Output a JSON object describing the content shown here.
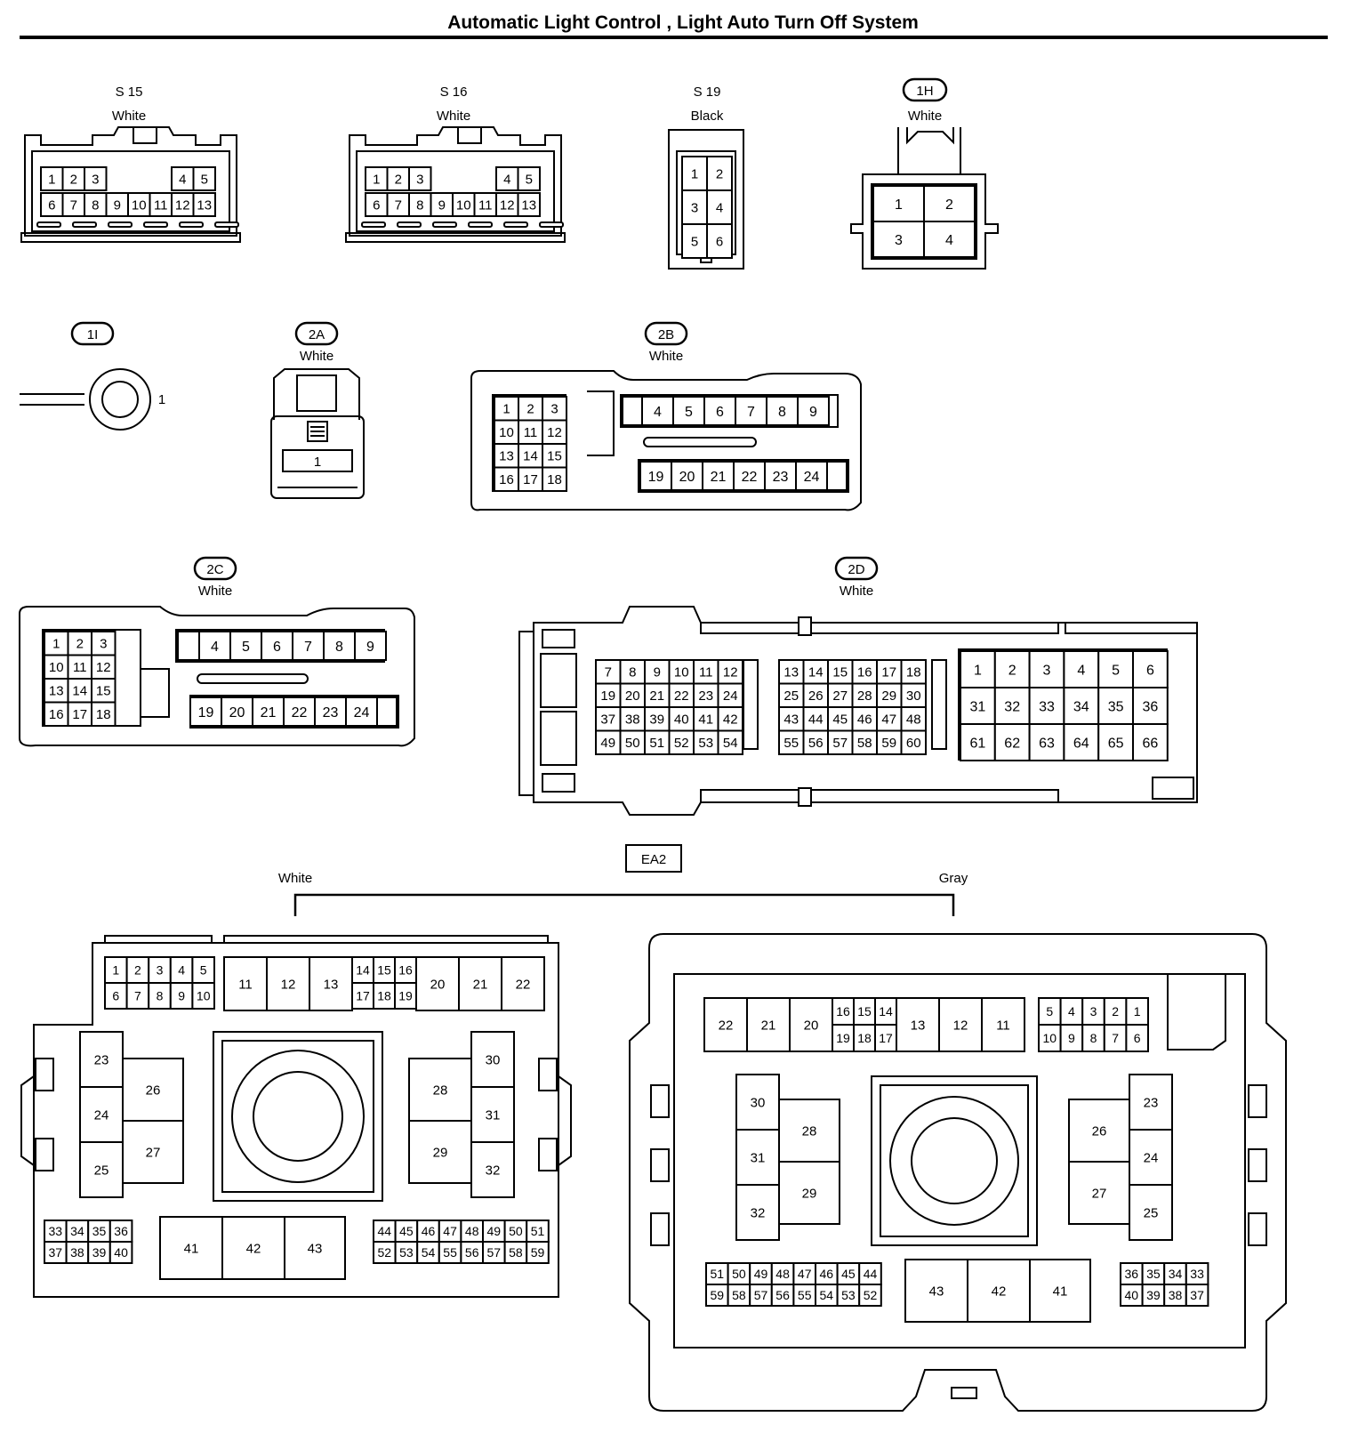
{
  "page": {
    "title": "Automatic Light Control , Light Auto Turn Off System"
  },
  "connectors": {
    "s15": {
      "code": "S 15",
      "color": "White"
    },
    "s16": {
      "code": "S 16",
      "color": "White"
    },
    "s19": {
      "code": "S 19",
      "color": "Black"
    },
    "c1h": {
      "code": "1H",
      "color": "White"
    },
    "c1i": {
      "code": "1I",
      "pin": "1"
    },
    "c2a": {
      "code": "2A",
      "color": "White"
    },
    "c2b": {
      "code": "2B",
      "color": "White"
    },
    "c2c": {
      "code": "2C",
      "color": "White"
    },
    "c2d": {
      "code": "2D",
      "color": "White"
    }
  },
  "junction_block": {
    "code": "EA2",
    "left_color": "White",
    "right_color": "Gray"
  }
}
